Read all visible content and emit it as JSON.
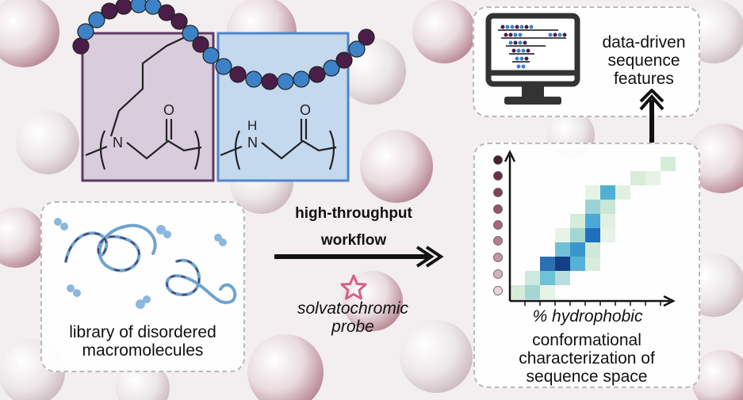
{
  "colors": {
    "purple": "#4a1e49",
    "blue": "#3d82c6",
    "purple_box": "#d8ccdd",
    "blue_box": "#c4d8ee",
    "star": "#d65f8a"
  },
  "monomers": {
    "left_atoms": {
      "n": "N",
      "o": "O"
    },
    "right_atoms": {
      "nh_h": "H",
      "nh_n": "N",
      "o": "O"
    }
  },
  "library_box": {
    "caption_line1": "library of disordered",
    "caption_line2": "macromolecules"
  },
  "workflow": {
    "line1": "high-throughput",
    "line2": "workflow"
  },
  "probe": {
    "line1": "solvatochromic",
    "line2": "probe",
    "icon": "star-icon"
  },
  "computer_box": {
    "line1": "data-driven",
    "line2": "sequence",
    "line3": "features",
    "icon": "monitor-icon"
  },
  "heatmap_box": {
    "xlabel": "% hydrophobic",
    "caption_line1": "conformational",
    "caption_line2": "characterization of",
    "caption_line3": "sequence space"
  }
}
